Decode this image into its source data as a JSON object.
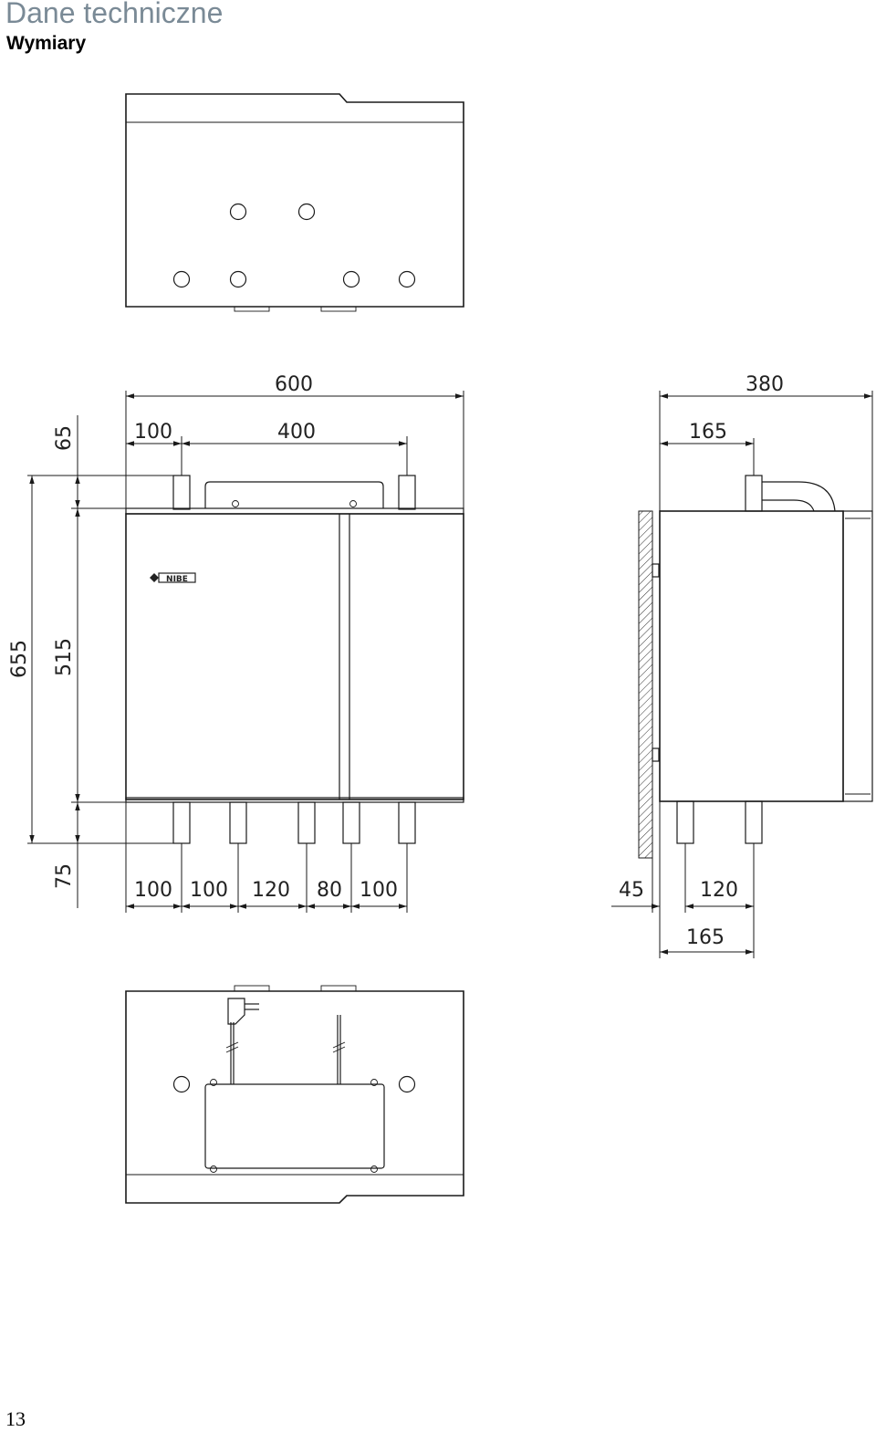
{
  "header": {
    "title": "Dane techniczne",
    "subtitle": "Wymiary"
  },
  "page_number": "13",
  "brand_logo": "NIBE",
  "front_view": {
    "dimensions": {
      "width_total": "600",
      "inlet_offset": "100",
      "inlet_spacing": "400",
      "top_offset": "65",
      "body_height": "515",
      "total_height": "655",
      "bottom_offset": "75",
      "bottom_pipe_spacings": [
        "100",
        "100",
        "120",
        "80",
        "100"
      ]
    }
  },
  "side_view": {
    "dimensions": {
      "depth_total": "380",
      "pipe_offset_top": "165",
      "wall_gap": "45",
      "pipe_spacing_bottom": "120",
      "pipe_offset_bottom": "165"
    }
  }
}
